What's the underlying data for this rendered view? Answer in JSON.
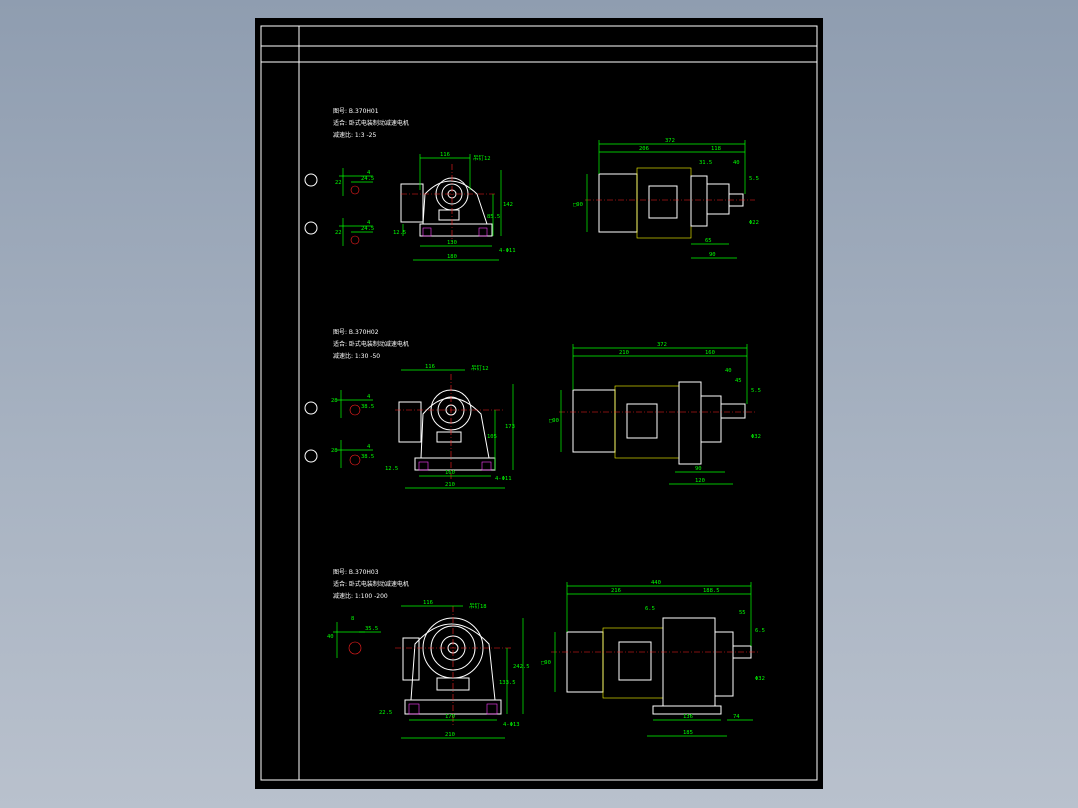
{
  "sheet": {
    "background": "#000000",
    "border_color": "#ffffff",
    "dimension_color": "#00ff00",
    "centerline_color": "#ff2020"
  },
  "views": [
    {
      "notes": [
        "图号: B.370H01",
        "适合: 卧式电装制动减速电机",
        "减速比: 1:3 -25"
      ],
      "front": {
        "top_width": "116",
        "top_callout": "吊钉12",
        "base_inner": "130",
        "base_outer": "180",
        "height": "142",
        "shaft_h": "85.5",
        "foot_h": "12.5",
        "holes": "4-Φ11"
      },
      "side": {
        "overall": "372",
        "left": "206",
        "right": "118",
        "d1": "31.5",
        "d2": "40",
        "d3": "5.5",
        "motor_dia": "□90",
        "shaft": "Φ22",
        "b1": "65",
        "b2": "90"
      },
      "keyway_a": {
        "label_top": "4",
        "label_mid": "24.5",
        "label_side": "22"
      },
      "keyway_b": {
        "label_top": "4",
        "label_mid": "24.5",
        "label_side": "22"
      }
    },
    {
      "notes": [
        "图号: B.370H02",
        "适合: 卧式电装制动减速电机",
        "减速比: 1:30 -50"
      ],
      "front": {
        "top_width": "116",
        "top_callout": "吊钉12",
        "base_inner": "160",
        "base_outer": "210",
        "height": "173",
        "shaft_h": "105",
        "foot_h": "12.5",
        "holes": "4-Φ11"
      },
      "side": {
        "overall": "372",
        "left": "210",
        "right": "160",
        "d1": "40",
        "d2": "45",
        "d3": "5.5",
        "motor_dia": "□90",
        "shaft": "Φ32",
        "b1": "90",
        "b2": "120"
      },
      "keyway_a": {
        "label_top": "4",
        "label_mid": "38.5",
        "label_side": "28"
      },
      "keyway_b": {
        "label_top": "4",
        "label_mid": "38.5",
        "label_side": "28"
      }
    },
    {
      "notes": [
        "图号: B.370H03",
        "适合: 卧式电装制动减速电机",
        "减速比: 1:100 -200"
      ],
      "front": {
        "top_width": "116",
        "top_callout": "吊钉18",
        "base_inner": "170",
        "base_outer": "210",
        "height": "242.5",
        "shaft_h": "133.5",
        "foot_h": "22.5",
        "holes": "4-Φ13"
      },
      "side": {
        "overall": "440",
        "left": "216",
        "right": "188.5",
        "d1": "6.5",
        "d2": "55",
        "d3": "6.5",
        "motor_dia": "□90",
        "shaft": "Φ32",
        "b1": "136",
        "b2": "185",
        "b3": "74"
      },
      "keyway_a": {
        "label_top": "8",
        "label_mid": "35.5",
        "label_side": "40"
      }
    }
  ]
}
